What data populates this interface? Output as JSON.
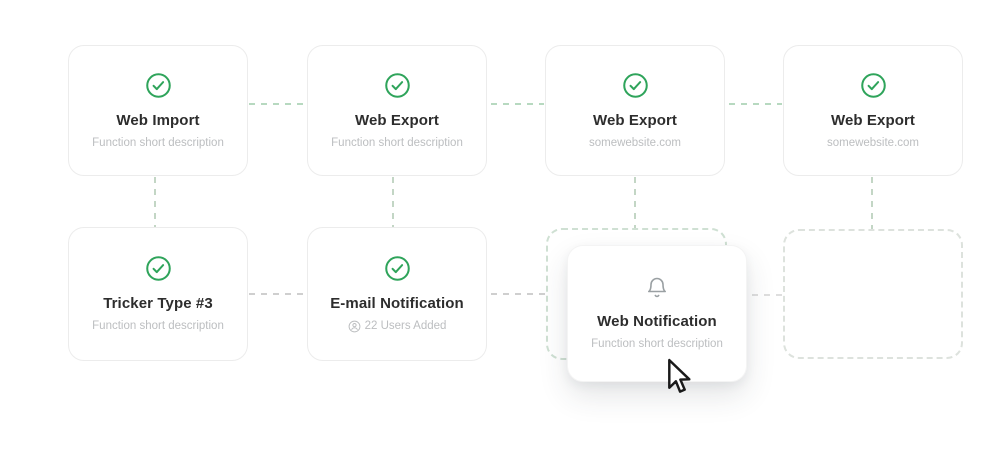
{
  "nodes": {
    "web_import": {
      "title": "Web Import",
      "subtitle": "Function short description",
      "status_icon": "check-circle-icon"
    },
    "web_export_a": {
      "title": "Web Export",
      "subtitle": "Function short description",
      "status_icon": "check-circle-icon"
    },
    "web_export_b": {
      "title": "Web Export",
      "subtitle": "somewebsite.com",
      "status_icon": "check-circle-icon"
    },
    "web_export_c": {
      "title": "Web Export",
      "subtitle": "somewebsite.com",
      "status_icon": "check-circle-icon"
    },
    "tricker_type_3": {
      "title": "Tricker Type #3",
      "subtitle": "Function short description",
      "status_icon": "check-circle-icon"
    },
    "email_notification": {
      "title": "E-mail Notification",
      "subtitle": "22 Users Added",
      "subtitle_icon": "user-circle-icon",
      "status_icon": "check-circle-icon"
    },
    "web_notification": {
      "title": "Web Notification",
      "subtitle": "Function short description",
      "status_icon": "bell-icon",
      "state": "dragging"
    }
  },
  "placeholders": {
    "web_notification_slot": {
      "role": "drop-target"
    },
    "empty_slot": {
      "role": "drop-target"
    }
  },
  "cursor": {
    "type": "arrow-pointer"
  },
  "colors": {
    "success_green": "#2fa45b",
    "connector_green": "#b7d9c0",
    "connector_gray": "#cfcfcf",
    "card_border": "#ececec",
    "title_text": "#2d2d2d",
    "subtitle_text": "#bcbec0",
    "icon_gray": "#9aa0a3"
  }
}
